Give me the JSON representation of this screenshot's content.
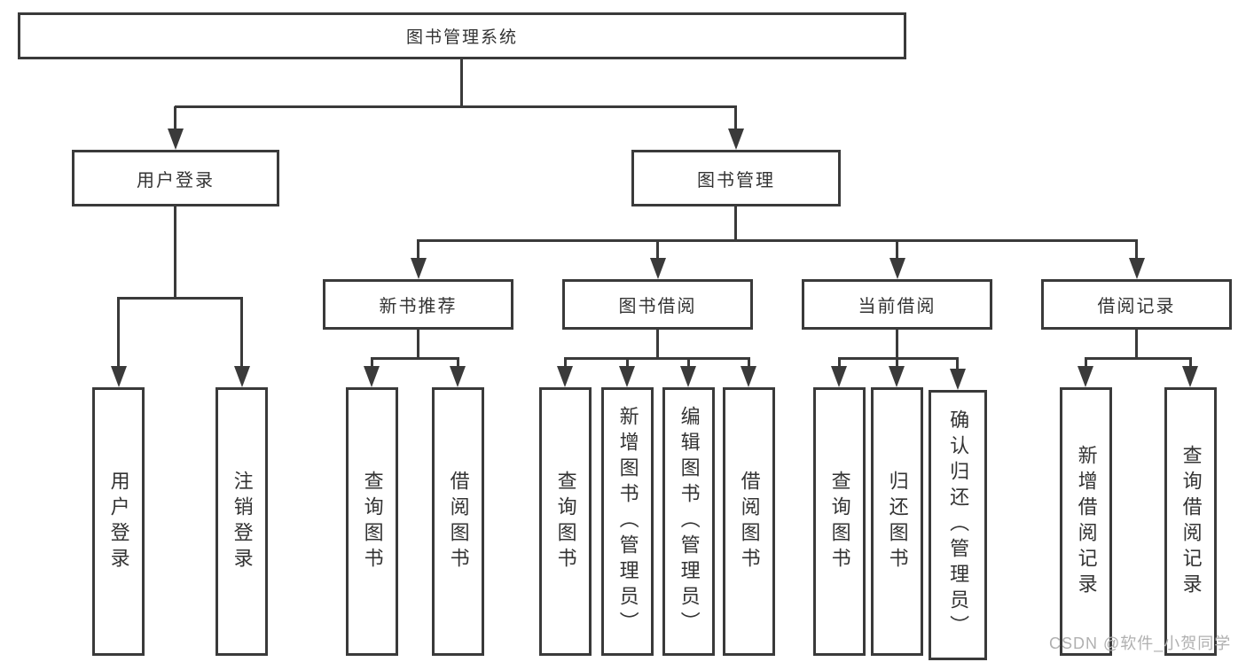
{
  "diagram": {
    "root": {
      "label": "图书管理系统"
    },
    "user_login": {
      "label": "用户登录",
      "children": [
        {
          "label": "用户登录"
        },
        {
          "label": "注销登录"
        }
      ]
    },
    "book_mgmt": {
      "label": "图书管理",
      "children": [
        {
          "label": "新书推荐",
          "children": [
            {
              "label": "查询图书"
            },
            {
              "label": "借阅图书"
            }
          ]
        },
        {
          "label": "图书借阅",
          "children": [
            {
              "label": "查询图书"
            },
            {
              "label": "新增图书（管理员）"
            },
            {
              "label": "编辑图书（管理员）"
            },
            {
              "label": "借阅图书"
            }
          ]
        },
        {
          "label": "当前借阅",
          "children": [
            {
              "label": "查询图书"
            },
            {
              "label": "归还图书"
            },
            {
              "label": "确认归还（管理员）"
            }
          ]
        },
        {
          "label": "借阅记录",
          "children": [
            {
              "label": "新增借阅记录"
            },
            {
              "label": "查询借阅记录"
            }
          ]
        }
      ]
    }
  },
  "watermark": {
    "text": "CSDN @软件_小贺同学"
  },
  "colors": {
    "line": "#3a3a3a",
    "text": "#333333",
    "box_bg": "#ffffff",
    "bg": "#ffffff",
    "watermark": "#b0b0b0"
  }
}
